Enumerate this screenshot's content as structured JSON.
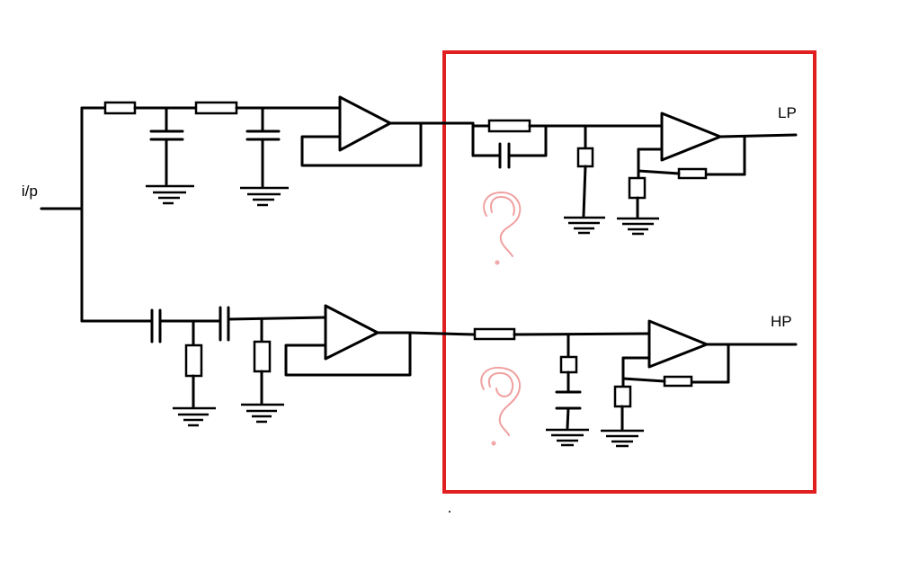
{
  "labels": {
    "input": "i/p",
    "lowpass_output": "LP",
    "highpass_output": "HP",
    "unknown_top": "?",
    "unknown_bottom": "?"
  },
  "colors": {
    "wire": "#000000",
    "highlight_box": "#e02020",
    "question_mark": "#f0a0a0"
  }
}
